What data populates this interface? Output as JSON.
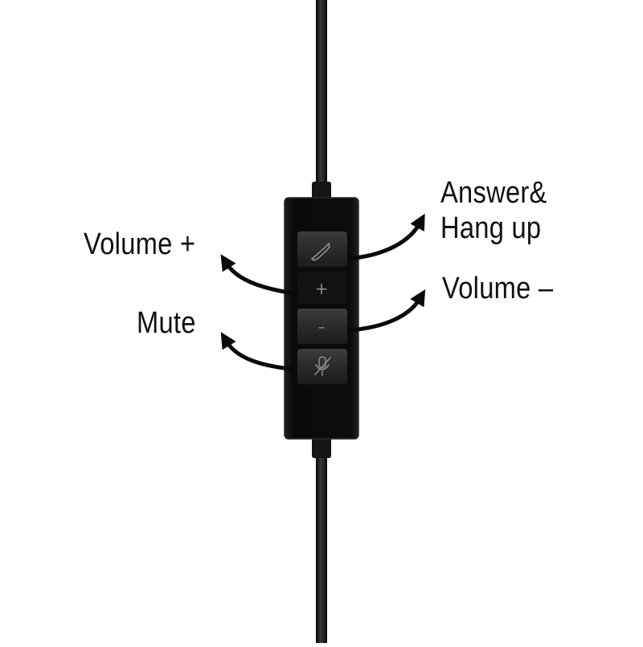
{
  "labels": {
    "answer_line1": "Answer&",
    "answer_line2": "Hang up",
    "volume_up": "Volume +",
    "volume_down": "Volume –",
    "mute": "Mute"
  },
  "buttons": {
    "plus_symbol": "+",
    "minus_symbol": "–"
  },
  "icons": {
    "call_button": "phone-handset-icon",
    "mute_button": "microphone-mute-icon"
  },
  "colors": {
    "background": "#ffffff",
    "device_body": "#0d0d0d",
    "label_text": "#111111",
    "arrow": "#0a0a0a"
  }
}
